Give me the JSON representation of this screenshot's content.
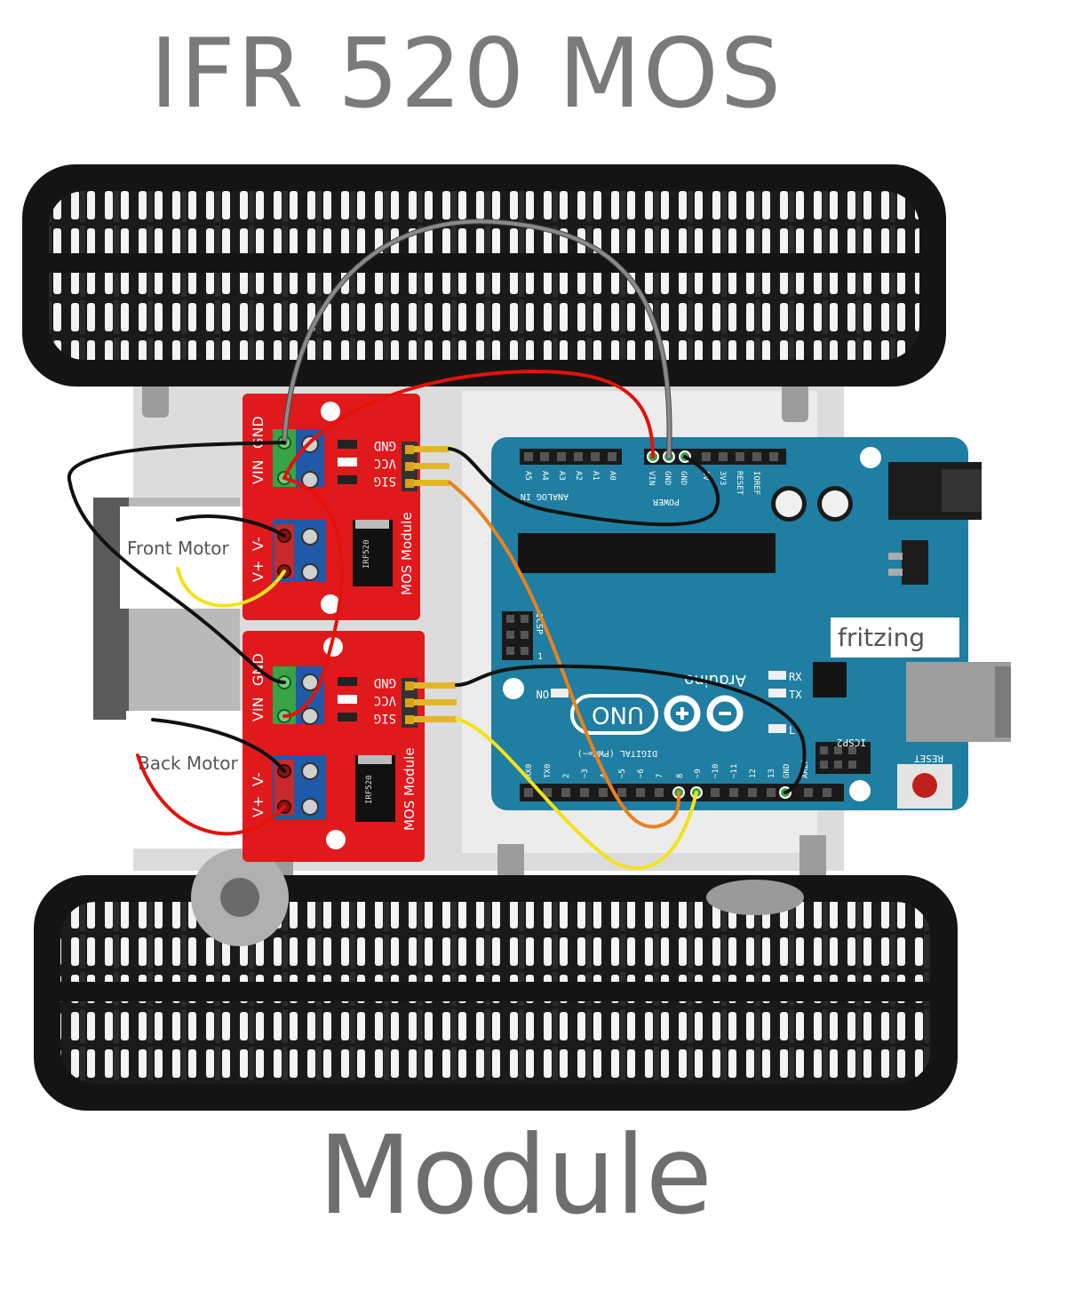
{
  "title": {
    "line1": "IFR 520 MOS",
    "line2": "Module"
  },
  "motors": {
    "front_label": "Front  Motor",
    "back_label": "Back Motor"
  },
  "mos_modules": [
    {
      "name_label": "MOS Module",
      "chip_label": "IRF520",
      "terminal_labels": [
        "VIN",
        "GND",
        "V+",
        "V-"
      ],
      "header_labels": [
        "GND",
        "VCC",
        "SIG"
      ]
    },
    {
      "name_label": "MOS Module",
      "chip_label": "IRF520",
      "terminal_labels": [
        "VIN",
        "GND",
        "V+",
        "V-"
      ],
      "header_labels": [
        "GND",
        "VCC",
        "SIG"
      ]
    }
  ],
  "arduino": {
    "brand": "Arduino",
    "model": "UNO",
    "fritzing": "fritzing",
    "analog_label": "ANALOG IN",
    "power_label": "POWER",
    "digital_label": "DIGITAL (PWM=~)",
    "analog_pins": [
      "A5",
      "A4",
      "A3",
      "A2",
      "A1",
      "A0"
    ],
    "power_pins": [
      "VIN",
      "GND",
      "GND",
      "5V",
      "3V3",
      "RESET",
      "IOREF"
    ],
    "digital_pins": [
      "RX0",
      "TX0",
      "2",
      "~3",
      "4",
      "~5",
      "~6",
      "7",
      "8",
      "~9",
      "~10",
      "~11",
      "12",
      "13",
      "GND",
      "AREF"
    ],
    "rx_label": "RX",
    "tx_label": "TX",
    "on_label": "ON",
    "l_label": "L",
    "icsp_label": "ICSP",
    "icsp2_label": "ICSP2",
    "reset_label": "RESET",
    "one_label": "1"
  },
  "colors": {
    "title": "#7a7a7a",
    "mos_board": "#e0191d",
    "terminal_blue": "#1e5aa8",
    "terminal_green": "#36a447",
    "arduino_blue": "#1f7ea1",
    "wire_red": "#e3120b",
    "wire_black": "#111111",
    "wire_gray": "#8a8a8a",
    "wire_yellow": "#f3e21a",
    "wire_orange": "#e8821f"
  }
}
